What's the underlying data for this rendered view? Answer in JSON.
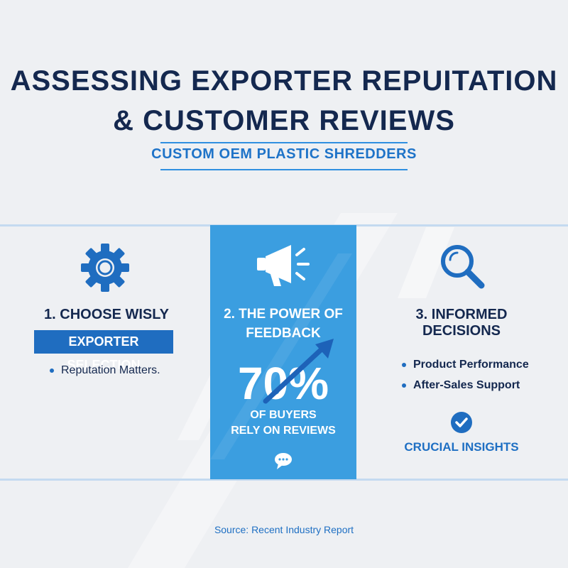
{
  "header": {
    "title_line1": "ASSESSING EXPORTER REPUITATION",
    "title_line2": "& CUSTOMER REVIEWS",
    "subtitle": "CUSTOM OEM PLASTIC SHREDDERS"
  },
  "colors": {
    "navy": "#14284f",
    "accent_blue": "#1f6dc0",
    "panel_blue": "#3b9ee0",
    "background": "#eef0f3"
  },
  "left_column": {
    "icon": "gear-icon",
    "title": "1. CHOOSE WISLY",
    "tag": "EXPORTER SELECTION",
    "bullets": [
      "Reputation Matters."
    ]
  },
  "center_column": {
    "icon": "megaphone-icon",
    "title_line1": "2. THE POWER OF",
    "title_line2": "FEEDBACK",
    "stat": "70%",
    "stat_label_line1": "OF BUYERS",
    "stat_label_line2": "RELY ON REVIEWS",
    "trend_icon": "trend-arrow-icon",
    "bottom_icon": "speech-bubble-icon"
  },
  "right_column": {
    "icon": "magnifier-icon",
    "title": "3. INFORMED DECISIONS",
    "bullets": [
      "Product Performance",
      "After-Sales Support"
    ],
    "check_icon": "check-circle-icon",
    "highlight": "CRUCIAL INSIGHTS"
  },
  "footer": {
    "source": "Source: Recent Industry Report"
  }
}
